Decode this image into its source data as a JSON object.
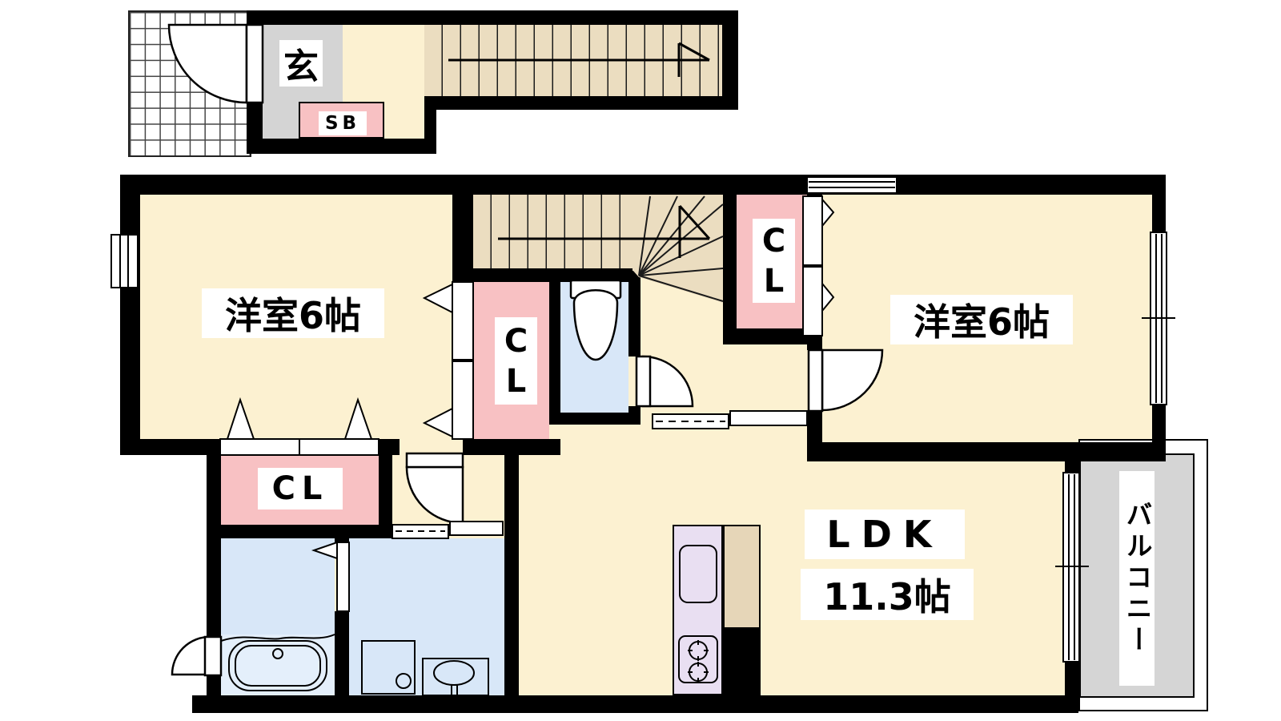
{
  "floorplan": {
    "labels": {
      "entrance": "玄",
      "shoe_box": "SB",
      "room_left": "洋室6帖",
      "room_right": "洋室6帖",
      "closet_mid": "CL",
      "closet_right": "CL",
      "closet_bottom": "CL",
      "ldk": "LDK",
      "ldk_size": "11.3帖",
      "balcony": "バルコニー"
    },
    "colors": {
      "wall": "#000000",
      "room_floor": "#fcf1d1",
      "stairs_tan": "#ebddc0",
      "entrance_gray": "#d4d4d4",
      "closet_pink": "#f8c1c3",
      "wet_area_blue": "#d8e7f8",
      "bathtub_zone_blue": "#e4effb",
      "kitchen_purple": "#e9dff2",
      "counter_tan": "#e6d6b8",
      "balcony_gray": "#d5d5d5"
    }
  }
}
